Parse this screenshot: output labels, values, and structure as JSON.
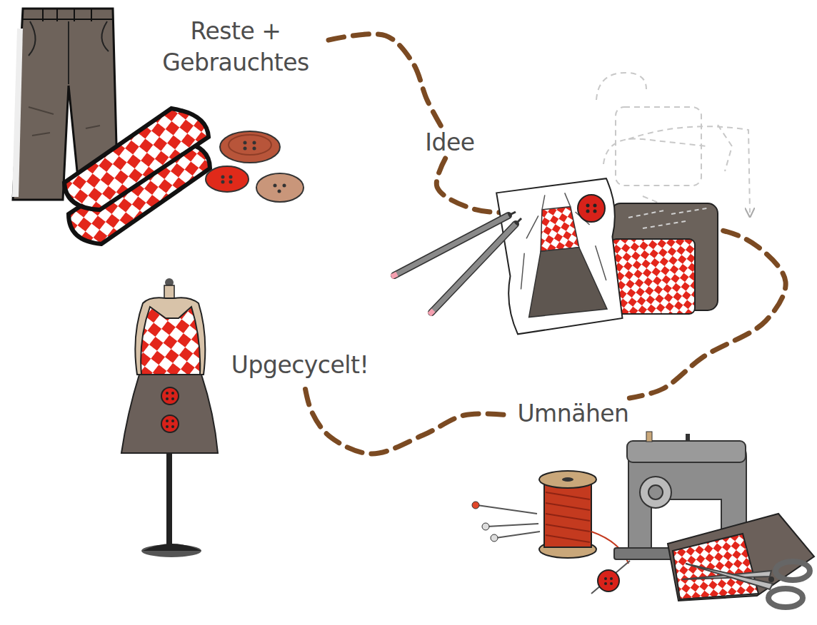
{
  "diagram": {
    "nodes": [
      {
        "text": [
          "Reste + Gebrauchtes"
        ]
      },
      {
        "text": [
          "Idee"
        ]
      },
      {
        "text": [
          "Umnähen"
        ]
      },
      {
        "text": [
          "Upgecycelt!"
        ]
      }
    ],
    "edges": [
      {
        "from": 0,
        "to": 1,
        "arrow": "none"
      },
      {
        "from": 1,
        "to": 2,
        "arrow": "none"
      },
      {
        "from": 2,
        "to": 3,
        "arrow": "none"
      }
    ]
  }
}
